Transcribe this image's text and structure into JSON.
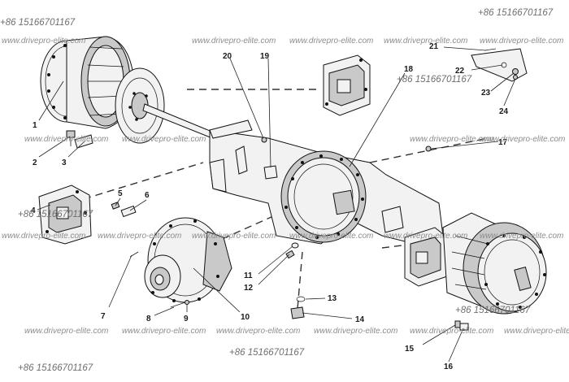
{
  "watermark_site": "www.drivepro-elite.com",
  "watermark_phone": "+86 15166701167",
  "callouts": [
    "1",
    "2",
    "3",
    "4",
    "5",
    "6",
    "7",
    "8",
    "9",
    "10",
    "11",
    "12",
    "13",
    "14",
    "15",
    "16",
    "17",
    "18",
    "19",
    "20",
    "21",
    "22",
    "23",
    "24"
  ]
}
